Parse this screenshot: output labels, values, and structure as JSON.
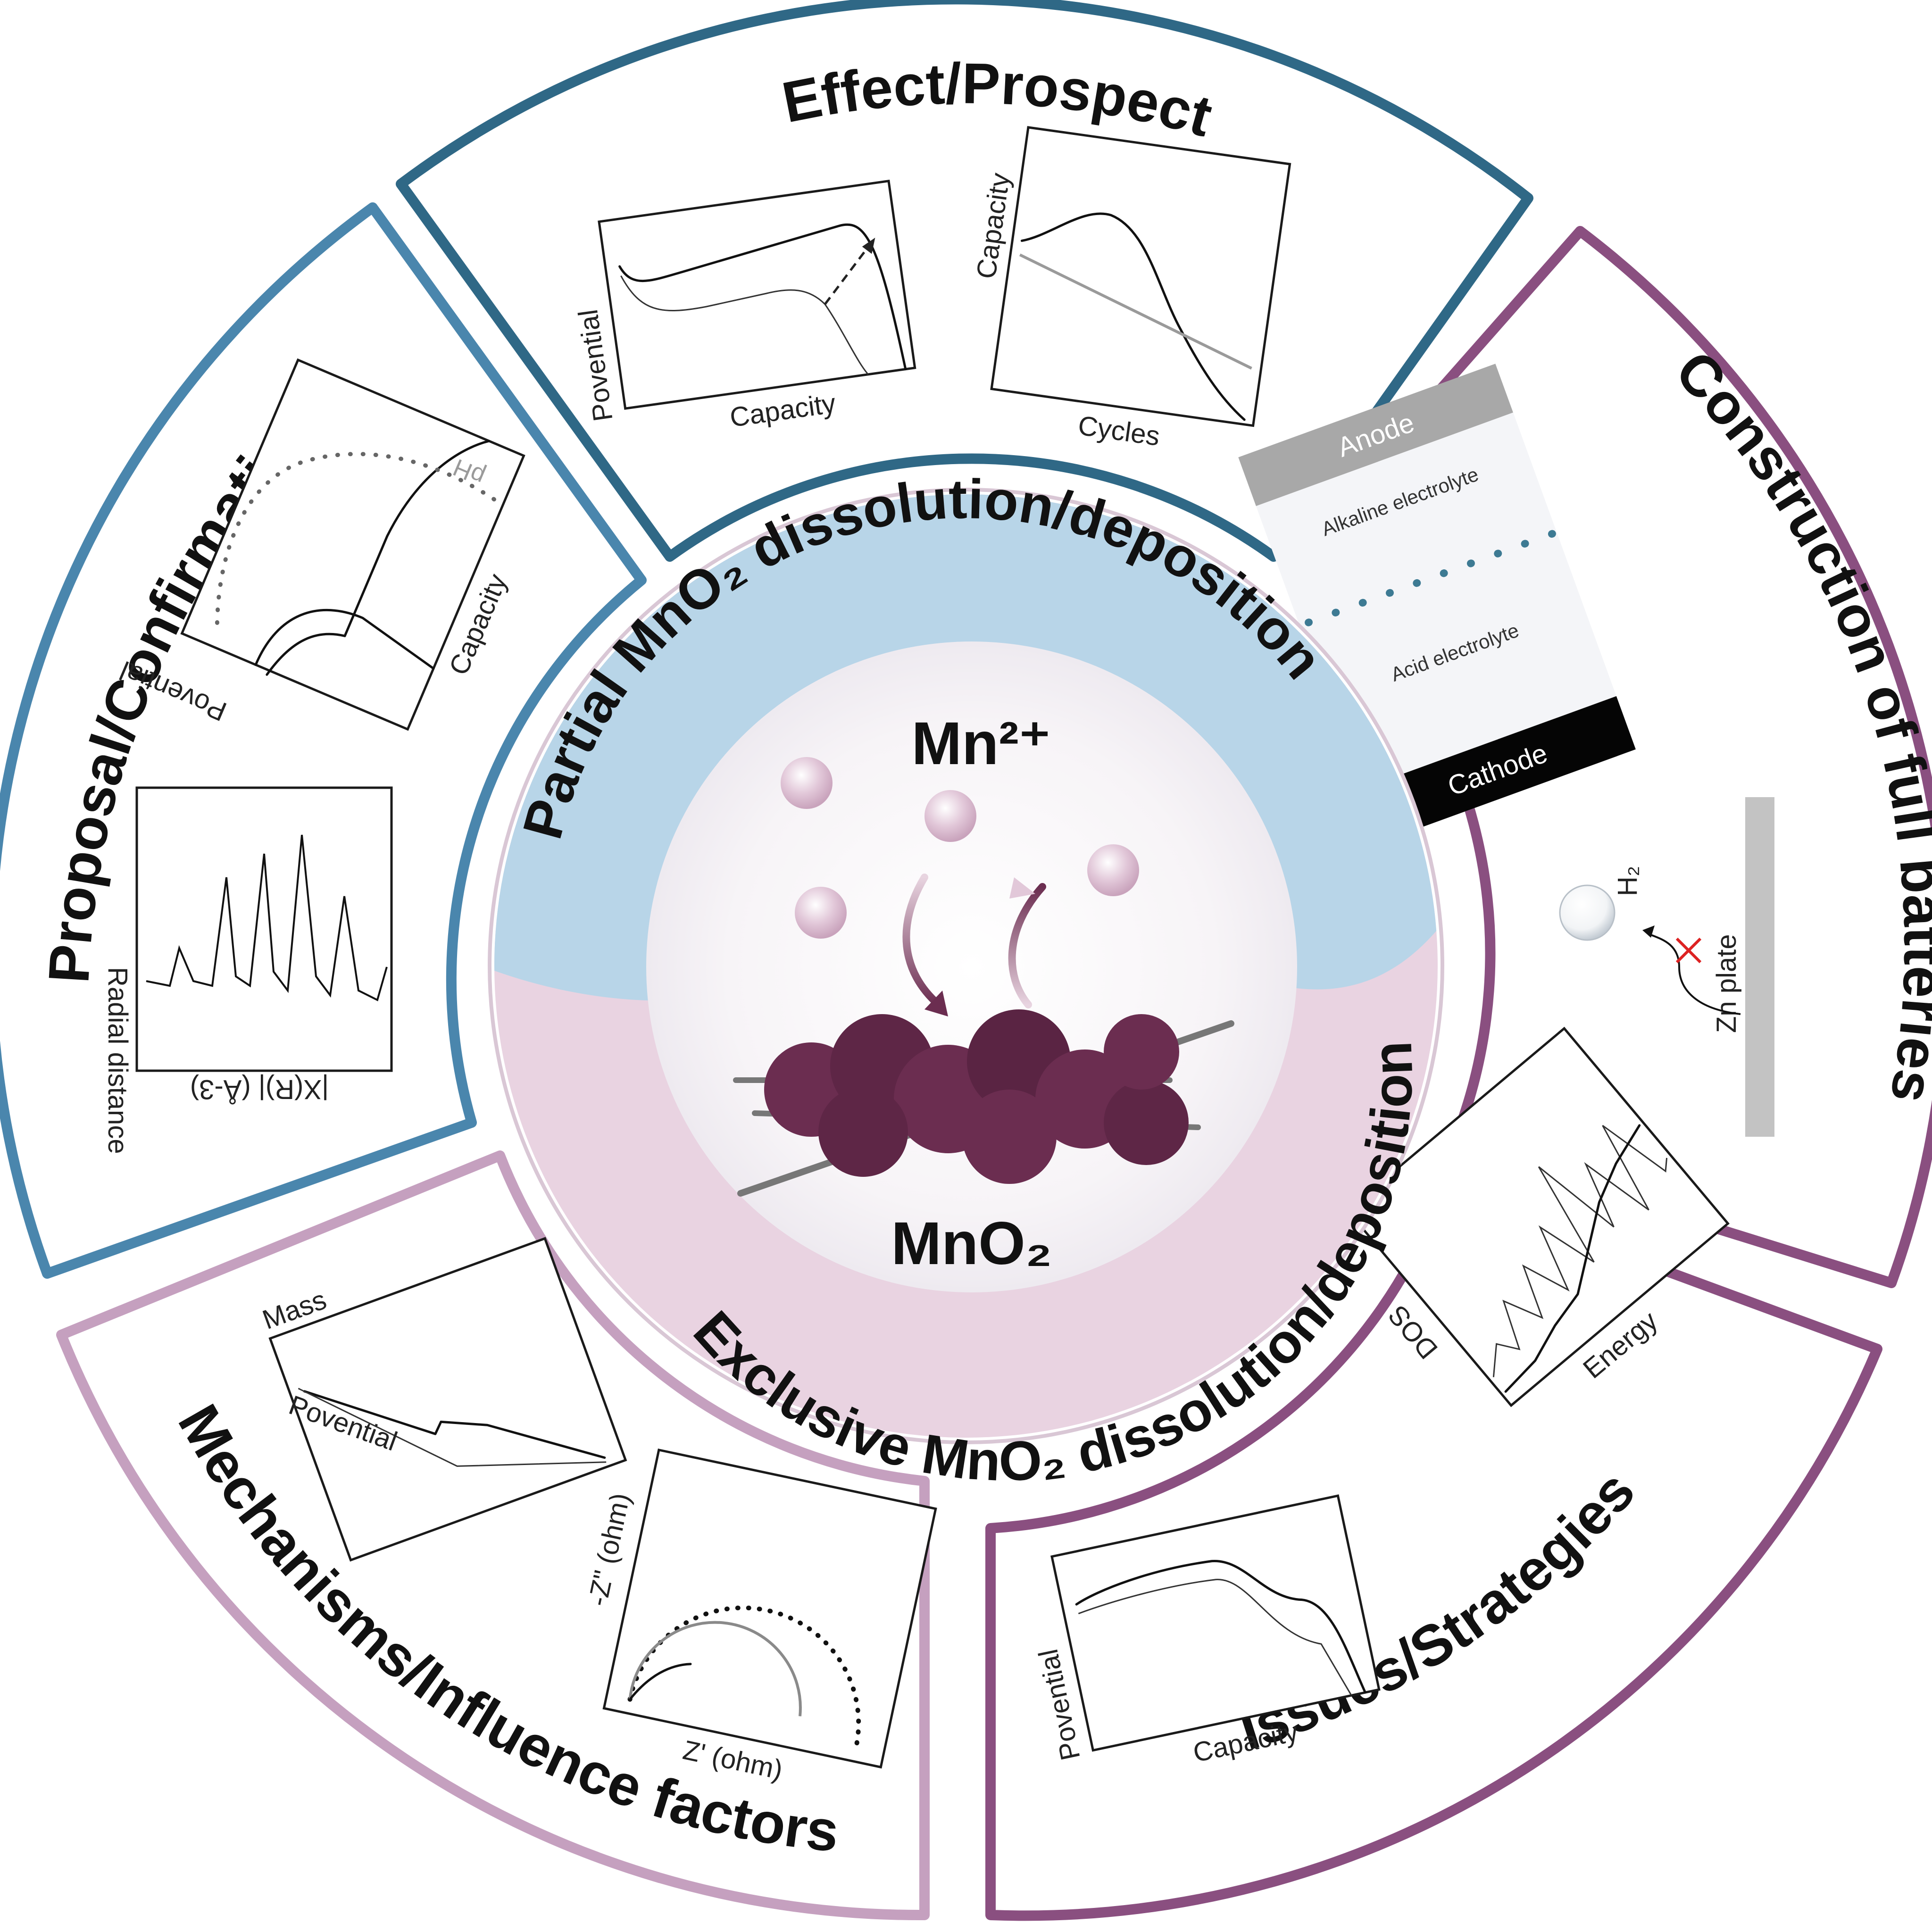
{
  "colors": {
    "blue_border": "#4a86ad",
    "dark_blue_border": "#2f6886",
    "purple_border": "#8a4f80",
    "pink_border": "#c5a0bf",
    "center_blue": "#b8d5e8",
    "center_pink": "#e9d3e1",
    "mn_particle": "#e2c8d9",
    "mno2_cluster": "#6b2d50"
  },
  "segments": {
    "effect": {
      "title": "Effect/Prospect",
      "plot1": {
        "ylabel": "Povential",
        "xlabel": "Capacity"
      },
      "plot2": {
        "ylabel": "Capacity",
        "xlabel": "Cycles"
      }
    },
    "construction": {
      "title": "Construction of full batteries",
      "anode": "Anode",
      "alkaline": "Alkaline electrolyte",
      "acid": "Acid electrolyte",
      "cathode": "Cathode",
      "h2": "H₂",
      "zn_plate": "Zn plate"
    },
    "issues": {
      "title": "Issues/Strategies",
      "plot1": {
        "ylabel": "DOS",
        "xlabel": "Energy"
      },
      "plot2": {
        "ylabel": "Povential",
        "xlabel": "Capacity"
      }
    },
    "mechanisms": {
      "title": "Mechanisms/Influence factors",
      "plot1": {
        "ylabel": "Mass",
        "xlabel": "Povential"
      },
      "plot2": {
        "ylabel": "-Z\" (ohm)",
        "xlabel": "Z' (ohm)"
      }
    },
    "proposal": {
      "title": "Proposal/Confirmation",
      "plot1": {
        "ylabel": "Povential",
        "xlabel": "Capacity",
        "extra": "pH"
      },
      "plot2": {
        "ylabel": "|X(R)| (Å-3)",
        "xlabel": "Radial distance"
      }
    }
  },
  "center": {
    "top_arc_text": "Partial MnO₂ dissolution/deposition",
    "bottom_arc_text": "Exclusive MnO₂ dissolution/deposition",
    "ion_label": "Mn²⁺",
    "solid_label": "MnO₂"
  },
  "icons": {
    "mn_particles": "sphere-icon",
    "cycle_arrows": "curved-arrow-icon",
    "mno2": "nanoflower-cluster-icon",
    "h2_bubble": "bubble-icon",
    "blocked": "red-cross-icon"
  }
}
